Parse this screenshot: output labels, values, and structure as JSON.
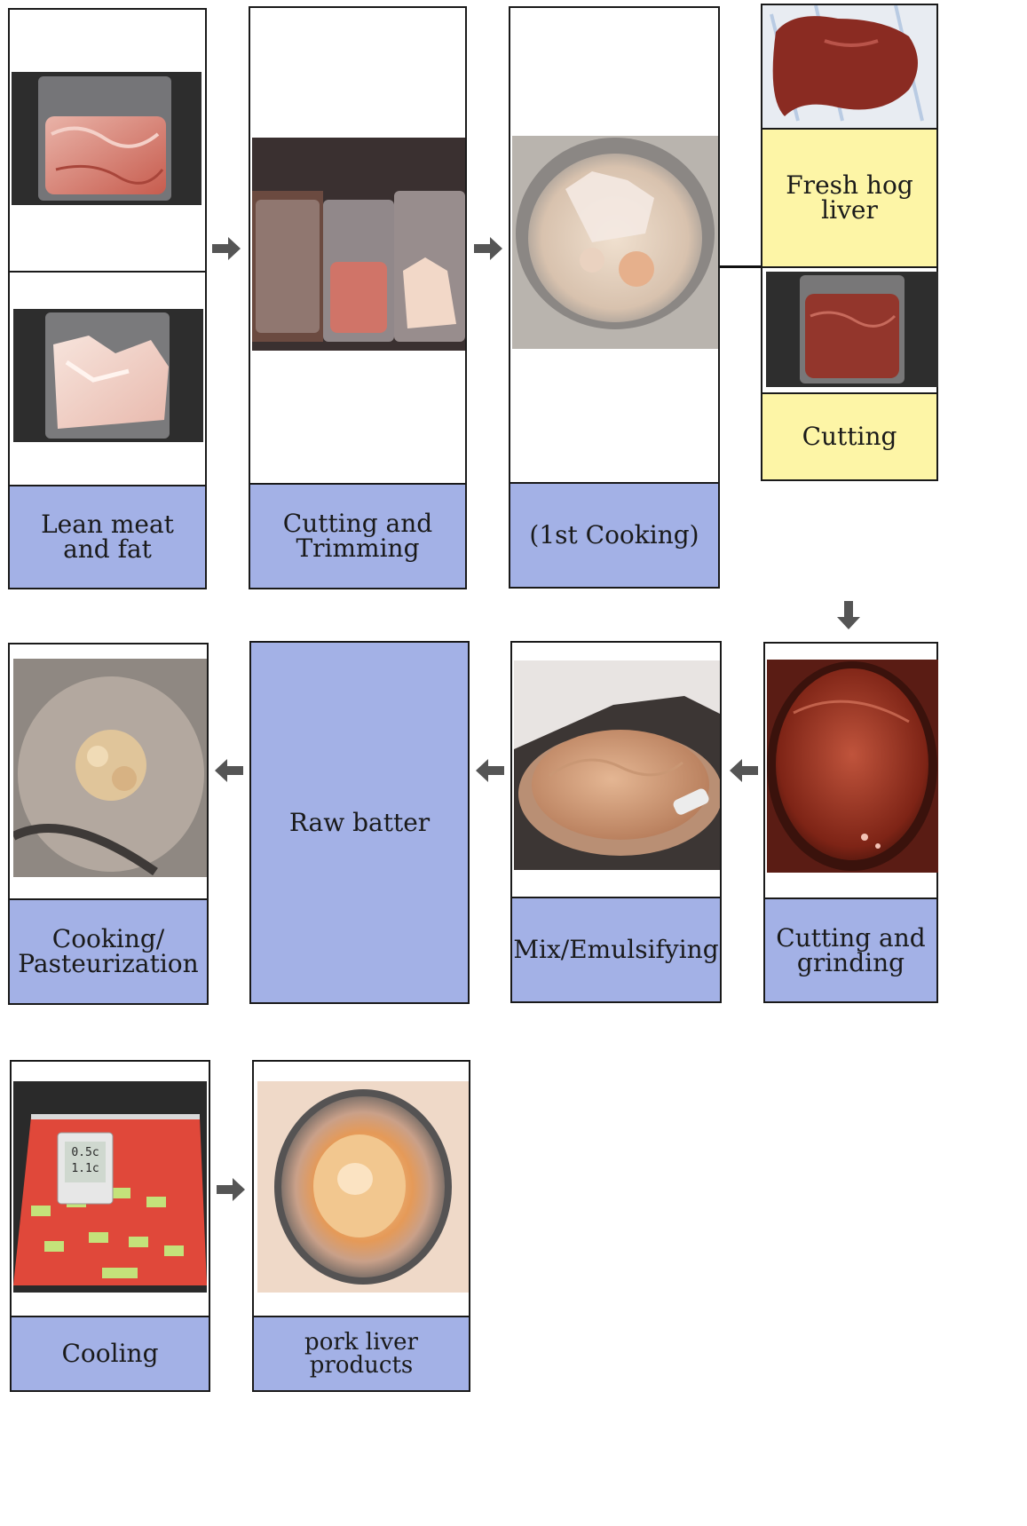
{
  "steps": {
    "lean_meat_and_fat": "Lean meat\nand fat",
    "cutting_and_trimming": "Cutting and\nTrimming",
    "first_cooking": "(1st Cooking)",
    "fresh_hog_liver": "Fresh hog\nliver",
    "cutting": "Cutting",
    "cutting_and_grinding": "Cutting and\ngrinding",
    "mix_emulsifying": "Mix/Emulsifying",
    "raw_batter": "Raw batter",
    "cooking_pasteurization": "Cooking/\nPasteurization",
    "cooling": "Cooling",
    "pork_liver_products": "pork liver products"
  },
  "thermometer": {
    "line1": "0.5c",
    "line2": "1.1c"
  },
  "icons": {
    "arrow_right": "arrow-right-icon",
    "arrow_left": "arrow-left-icon",
    "arrow_down": "arrow-down-icon"
  },
  "colors": {
    "step_label_blue": "#a3b1e6",
    "liver_label_yellow": "#fdf5a6",
    "arrow": "#555555"
  }
}
